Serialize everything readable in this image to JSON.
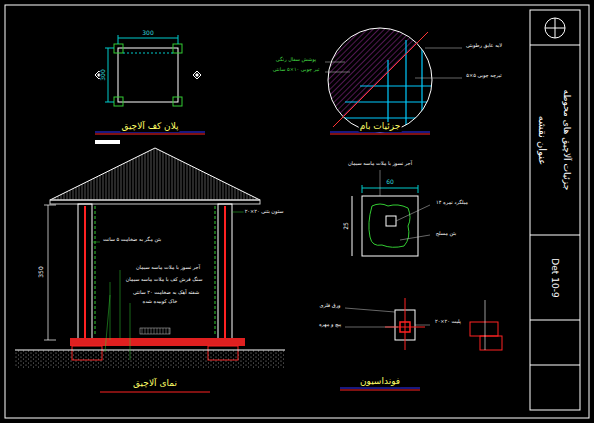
{
  "diagram": {
    "nodes": [
      {
        "text": [
          "عنوان نقشه"
        ]
      },
      {
        "text": [
          "جزئیات آلاچیق های محوطه"
        ]
      },
      {
        "text": [
          "Det 10-9"
        ]
      }
    ],
    "edges": [],
    "labels": [
      "پلان کف آلاچیق",
      "300",
      "300",
      "جزئیات بام",
      "نمای آلاچیق",
      "350",
      "فونداسیون",
      "60",
      "25",
      "پوشش سفال رنگی",
      "تیر چوبی ۱۰×۵ سانتی",
      "لایه عایق رطوبتی",
      "تیرچه چوبی ۵×۵",
      "ستون بتنی ۲۰×۲۰",
      "بتن مگر به ضخامت ۵ سانت",
      "آجر نسوز با ملات ماسه سیمان",
      "سنگ فرش کف با ملات ماسه سیمان",
      "شفته آهک به ضخامت ۲۰ سانتی",
      "خاک کوبیده شده",
      "آجر نسوز با ملات ماسه سیمان",
      "میلگرد نمره ۱۴",
      "بتن مسلح",
      "ورق فلزی",
      "پیچ و مهره",
      "پلیت ۲۰×۲۰"
    ]
  }
}
